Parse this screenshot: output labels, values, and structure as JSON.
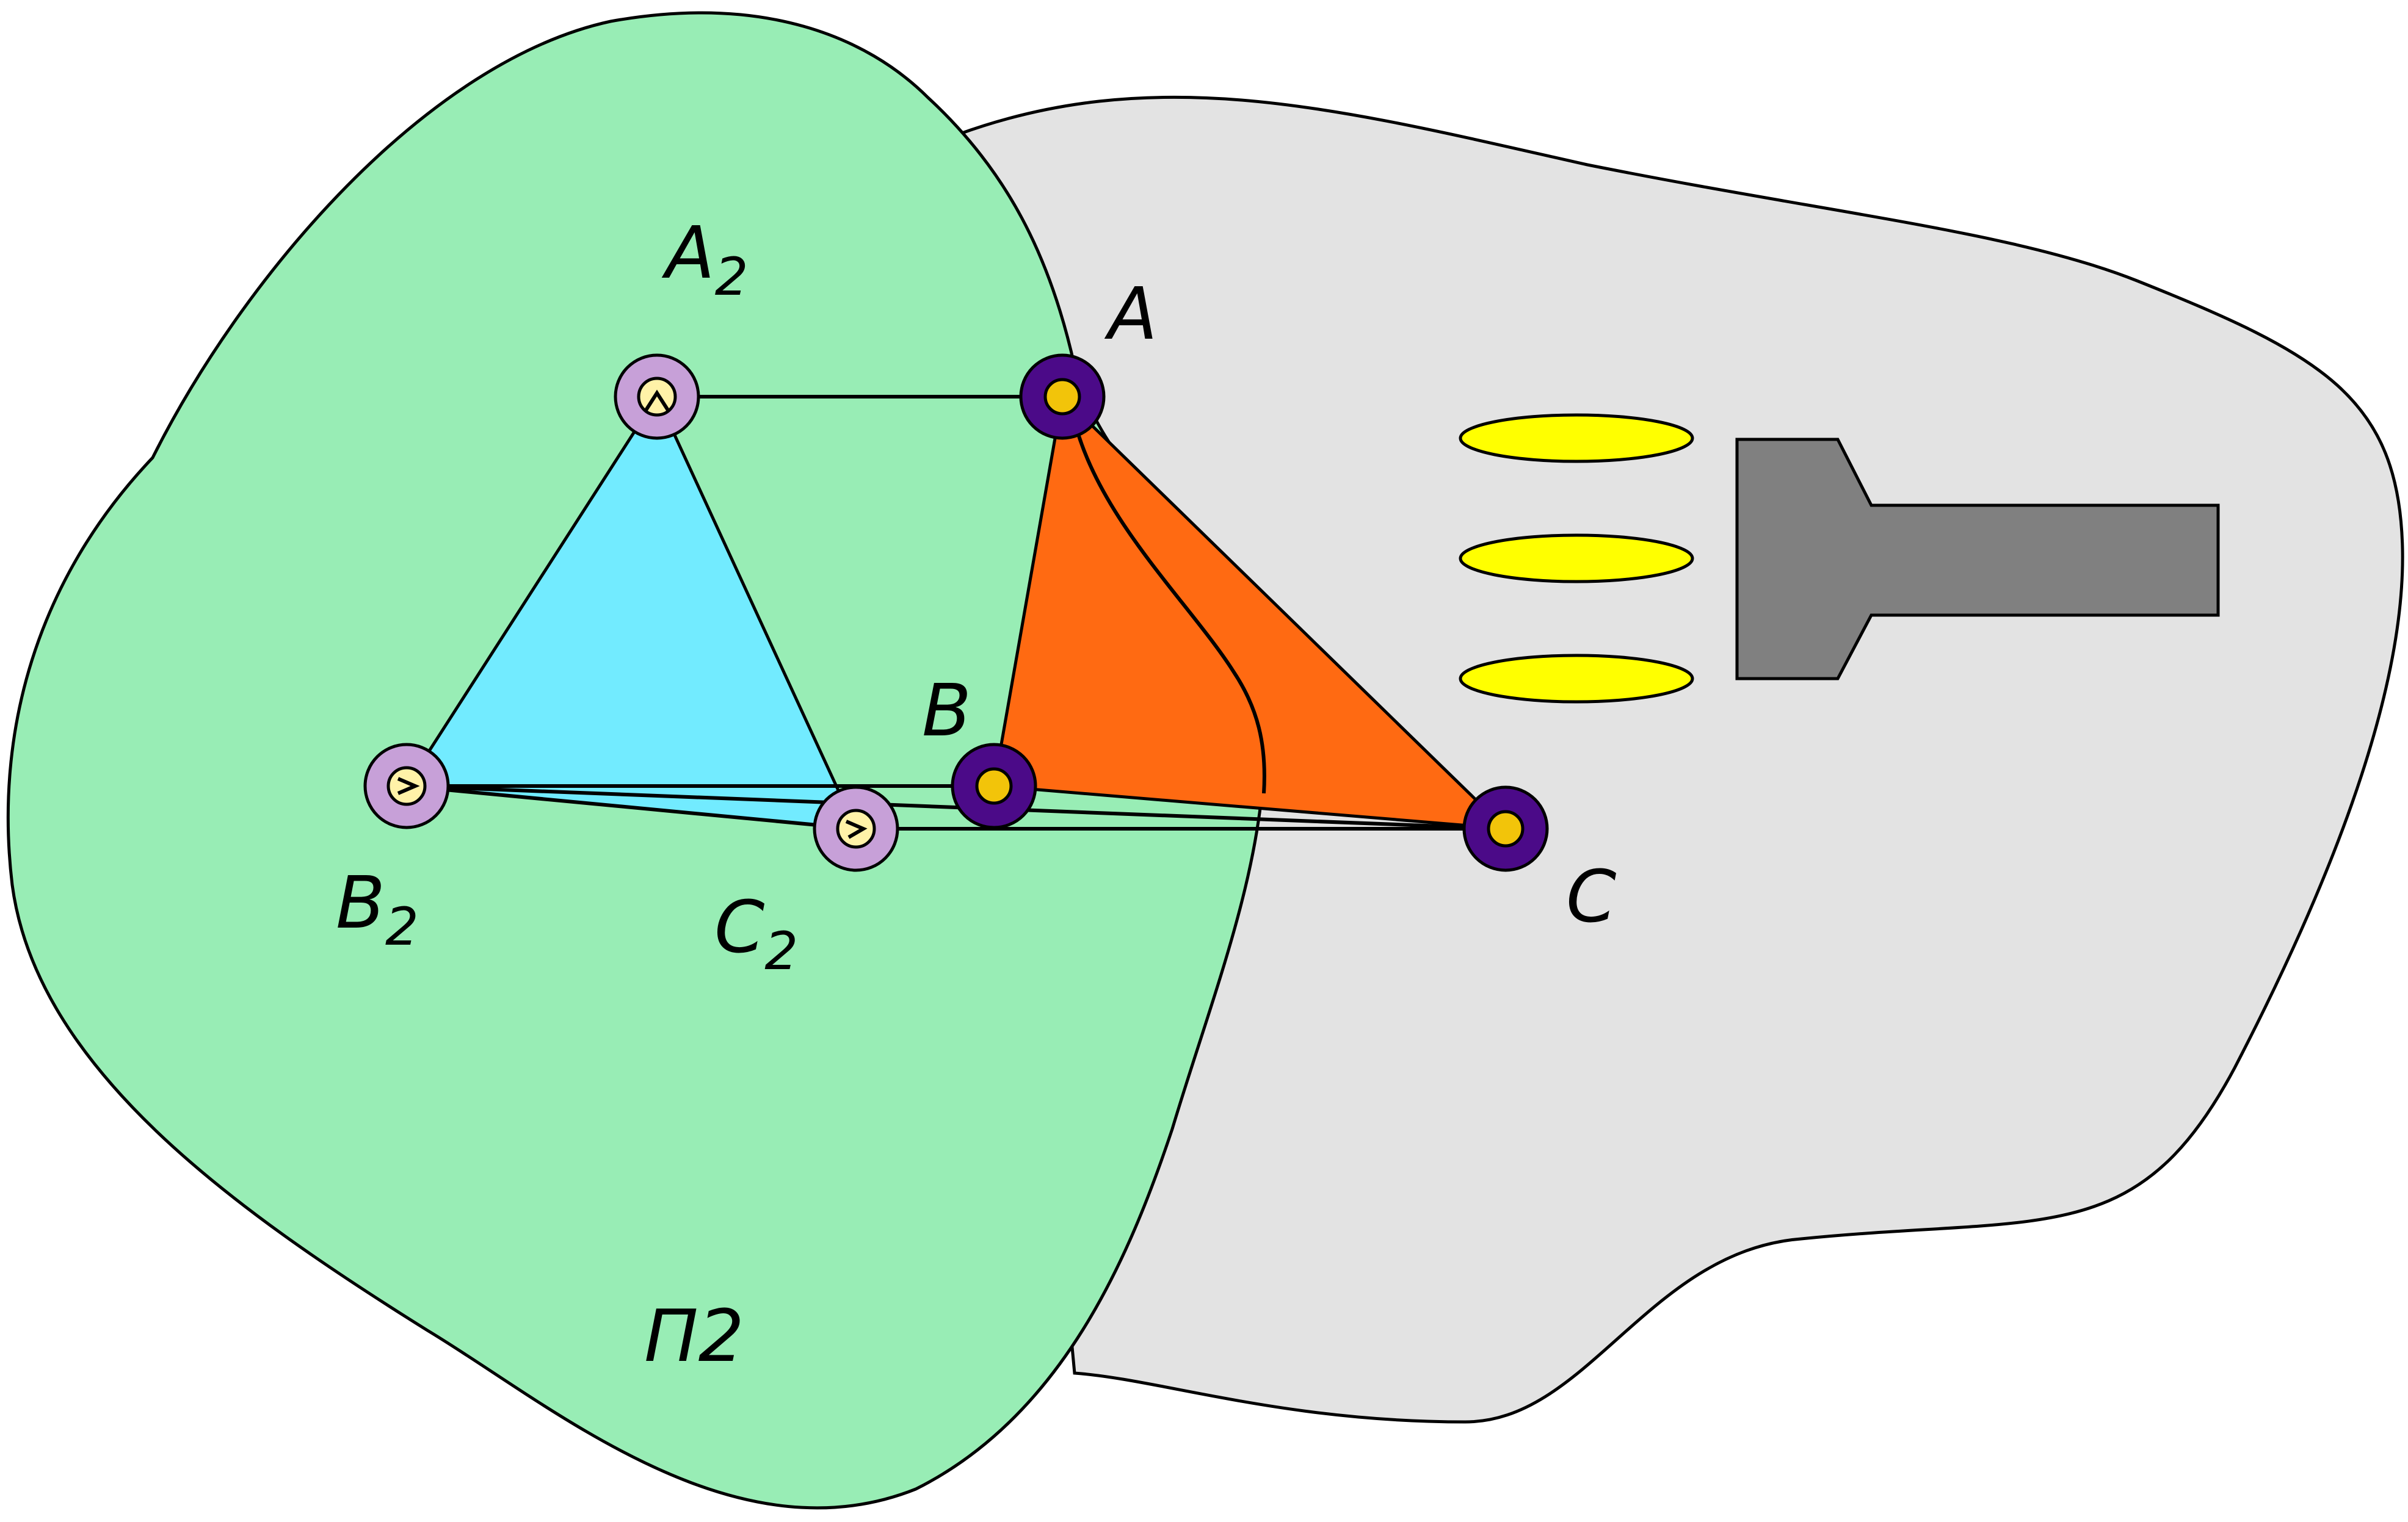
{
  "colors": {
    "background_plane": "#e3e3e3",
    "projection_plane": "#98edb5",
    "projection_triangle": "#72ebff",
    "object_triangle": "#ff6a12",
    "projected_point_ring": "#c7a0d8",
    "projected_point_center": "#fff2a8",
    "object_point_ring": "#4b0a88",
    "object_point_center": "#f2c40a",
    "light_rays": "#ffff00",
    "projector": "#808080",
    "stroke": "#000000"
  },
  "plane": {
    "label": "П2"
  },
  "projected_points": {
    "a": {
      "letter": "A",
      "subscript": "2"
    },
    "b": {
      "letter": "B",
      "subscript": "2"
    },
    "c": {
      "letter": "C",
      "subscript": "2"
    }
  },
  "object_points": {
    "a": {
      "letter": "A"
    },
    "b": {
      "letter": "B"
    },
    "c": {
      "letter": "C"
    }
  },
  "icons": {
    "projector": "projector-icon",
    "rays": "light-ray-icon"
  }
}
